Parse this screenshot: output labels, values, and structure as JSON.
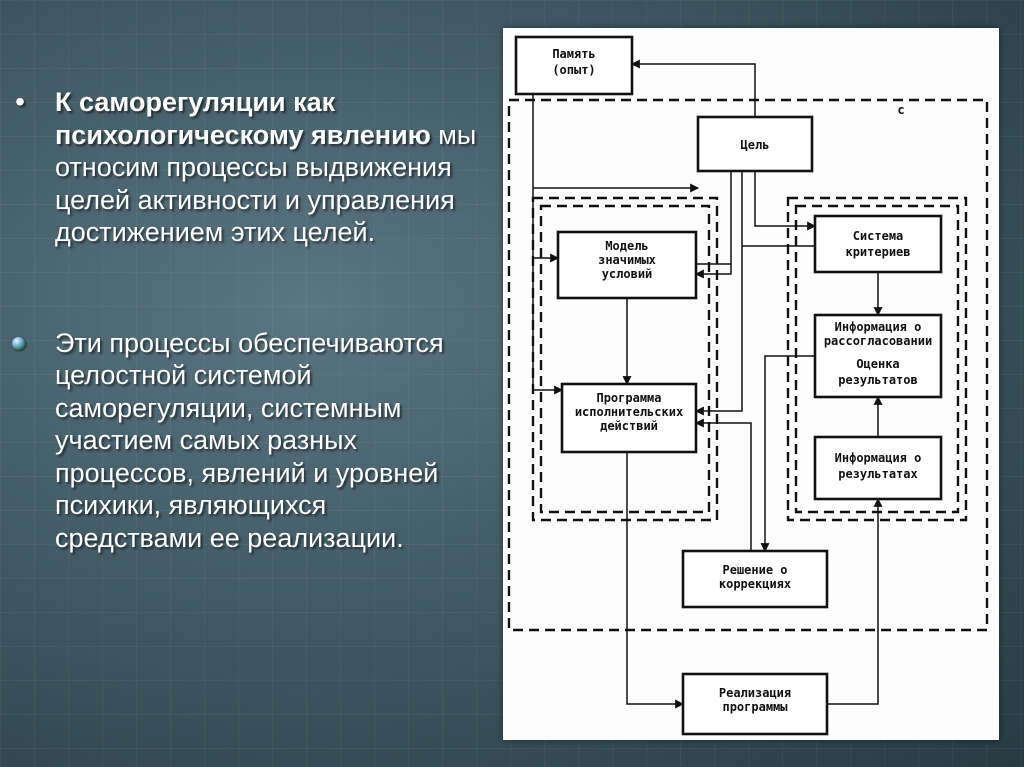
{
  "bullets": [
    {
      "bold": "К саморегуляции как психологическому явлению",
      "text": " мы относим процессы выдвижения целей активности и управления достижением этих целей.",
      "icon": "dot-bullet-icon"
    },
    {
      "bold": "",
      "text": "Эти процессы обеспечиваются целостной системой саморегуляции, системным участием самых разных процессов, явлений и уровней психики, являющихся средствами ее реализации.",
      "icon": "globe-bullet-icon"
    }
  ],
  "diagram": {
    "memory": [
      "Память",
      "(опыт)"
    ],
    "goal": [
      "Цель"
    ],
    "model": [
      "Модель",
      "значимых",
      "условий"
    ],
    "program": [
      "Программа",
      "исполнительских",
      "действий"
    ],
    "criteria": [
      "Система",
      "критериев"
    ],
    "mismatch": [
      "Информация о",
      "рассогласовании",
      "Оценка",
      "результатов"
    ],
    "results": [
      "Информация о",
      "результатах"
    ],
    "decision": [
      "Решение о",
      "коррекциях"
    ],
    "realization": [
      "Реализация",
      "программы"
    ],
    "corner_mark": "с"
  },
  "colors": {
    "background": "#3f5a64",
    "text": "#ffffff",
    "diagram_bg": "#fdfdfd",
    "diagram_ink": "#111111"
  }
}
